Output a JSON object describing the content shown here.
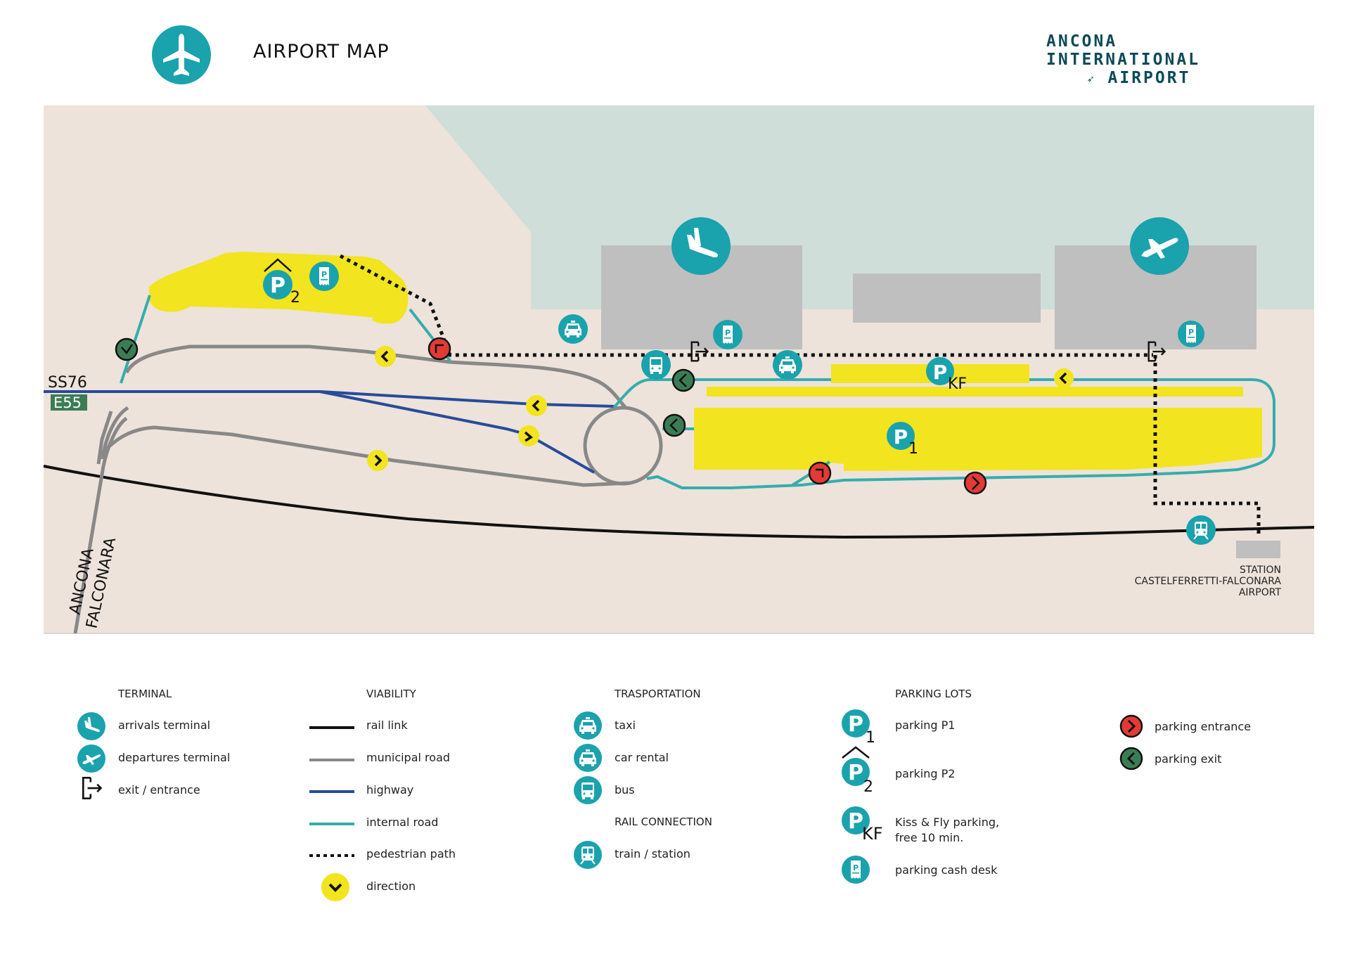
{
  "header": {
    "title": "AIRPORT MAP",
    "brand": {
      "line1": "ANCONA",
      "line2": "INTERNATIONAL",
      "line3": "AIRPORT"
    }
  },
  "map": {
    "road_labels": {
      "ss76": "SS76",
      "e55": "E55",
      "ancona": "ANCONA",
      "falconara": "FALCONARA"
    },
    "station_label": [
      "STATION",
      "CASTELFERRETTI-FALCONARA",
      "AIRPORT"
    ],
    "parking_labels": {
      "p1": "P",
      "p1_sub": "1",
      "p2": "P",
      "p2_sub": "2",
      "kf": "P",
      "kf_sub": "KF"
    },
    "cash_desk_letter": "P"
  },
  "colors": {
    "teal": "#1aa2ad",
    "yellow": "#f2e41e",
    "land": "#ede3da",
    "sea": "#cfded9",
    "building": "#bfbfbf",
    "highway": "#274b9b",
    "municipal": "#888888",
    "internal": "#35adad",
    "rail": "#111111",
    "entrance": "#e33a35",
    "exit": "#3a7d55",
    "brand": "#0d4a58"
  },
  "legend": {
    "terminal": {
      "heading": "TERMINAL",
      "items": [
        {
          "icon": "arrivals-icon",
          "label": "arrivals terminal"
        },
        {
          "icon": "departures-icon",
          "label": "departures terminal"
        },
        {
          "icon": "exit-entrance-icon",
          "label": "exit / entrance"
        }
      ]
    },
    "viability": {
      "heading": "VIABILITY",
      "items": [
        {
          "icon": "rail-link-line",
          "label": "rail link"
        },
        {
          "icon": "municipal-road-line",
          "label": "municipal road"
        },
        {
          "icon": "highway-line",
          "label": "highway"
        },
        {
          "icon": "internal-road-line",
          "label": "internal road"
        },
        {
          "icon": "pedestrian-path-line",
          "label": "pedestrian path"
        },
        {
          "icon": "direction-icon",
          "label": "direction"
        }
      ]
    },
    "transportation": {
      "heading": "TRASPORTATION",
      "items": [
        {
          "icon": "taxi-icon",
          "label": "taxi"
        },
        {
          "icon": "car-rental-icon",
          "label": "car rental"
        },
        {
          "icon": "bus-icon",
          "label": "bus"
        }
      ],
      "rail_heading": "RAIL CONNECTION",
      "rail_items": [
        {
          "icon": "train-icon",
          "label": "train / station"
        }
      ]
    },
    "parking": {
      "heading": "PARKING LOTS",
      "items": [
        {
          "icon": "parking-p1-icon",
          "label": "parking P1"
        },
        {
          "icon": "parking-p2-icon",
          "label": "parking P2"
        },
        {
          "icon": "kiss-fly-icon",
          "label": "Kiss & Fly parking,",
          "label2": "free 10 min."
        },
        {
          "icon": "cash-desk-icon",
          "label": "parking cash desk"
        }
      ]
    },
    "access": {
      "items": [
        {
          "icon": "parking-entrance-icon",
          "label": "parking entrance"
        },
        {
          "icon": "parking-exit-icon",
          "label": "parking exit"
        }
      ]
    }
  }
}
